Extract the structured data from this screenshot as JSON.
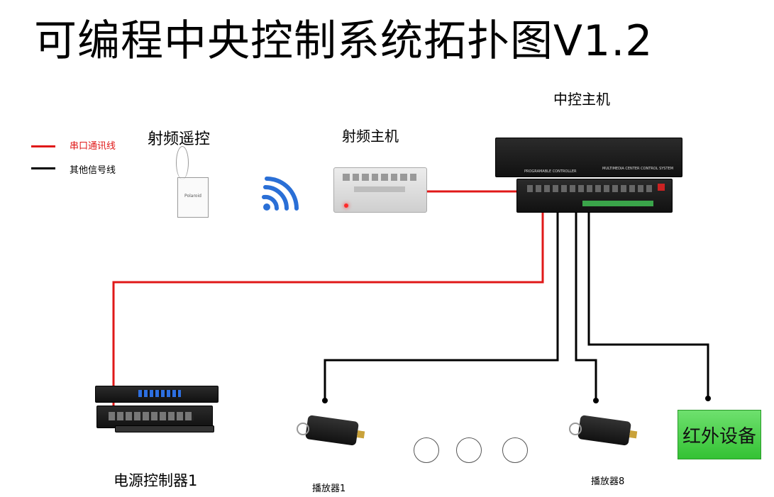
{
  "title": "可编程中央控制系统拓扑图V1.2",
  "legend": {
    "serial": {
      "label": "串口通讯线",
      "color": "#e01818"
    },
    "other": {
      "label": "其他信号线",
      "color": "#000000"
    }
  },
  "nodes": {
    "rf_remote": {
      "label": "射频遥控",
      "tag": "Polaroid"
    },
    "rf_host": {
      "label": "射频主机"
    },
    "central_host": {
      "label": "中控主机",
      "panel_text_1": "MULTIMEDIA CENTER CONTROL SYSTEM",
      "panel_text_2": "PROGRAMABLE CONTROLLER"
    },
    "power_controller": {
      "label": "电源控制器1"
    },
    "player_1": {
      "label": "播放器1"
    },
    "player_8": {
      "label": "播放器8"
    },
    "ir_device": {
      "label": "红外设备"
    }
  }
}
